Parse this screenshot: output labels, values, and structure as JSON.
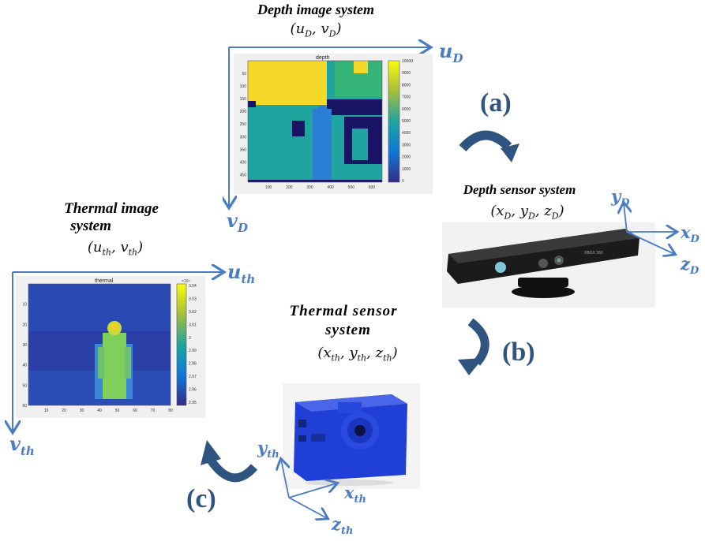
{
  "depth_image": {
    "title": "Depth image system",
    "coords": "(u_D, v_D)",
    "axis_u": "u_D",
    "axis_v": "v_D",
    "plot_title": "depth",
    "x_ticks": [
      "100",
      "200",
      "300",
      "400",
      "500",
      "600"
    ],
    "y_ticks": [
      "50",
      "100",
      "150",
      "200",
      "250",
      "300",
      "350",
      "400",
      "450"
    ],
    "colorbar_ticks": [
      "10000",
      "9000",
      "8000",
      "7000",
      "6000",
      "5000",
      "4000",
      "3000",
      "2000",
      "1000",
      "0"
    ]
  },
  "thermal_image": {
    "title_line1": "Thermal image",
    "title_line2": "system",
    "coords": "(u_th, v_th)",
    "axis_u": "u_th",
    "axis_v": "v_th",
    "plot_title": "thermal",
    "colorbar_exponent": "×10⁴",
    "x_ticks": [
      "10",
      "20",
      "30",
      "40",
      "50",
      "60",
      "70",
      "80"
    ],
    "y_ticks": [
      "10",
      "20",
      "30",
      "40",
      "50",
      "60"
    ],
    "colorbar_ticks": [
      "3.04",
      "3.03",
      "3.02",
      "3.01",
      "3",
      "2.99",
      "2.98",
      "2.97",
      "2.96",
      "2.95"
    ]
  },
  "depth_sensor": {
    "title": "Depth sensor system",
    "coords": "(x_D, y_D, z_D)",
    "axis_x": "x_D",
    "axis_y": "y_D",
    "axis_z": "z_D",
    "device_text": "XBOX 360"
  },
  "thermal_sensor": {
    "title_line1": "Thermal sensor",
    "title_line2": "system",
    "coords": "(x_th, y_th, z_th)",
    "axis_x": "x_th",
    "axis_y": "y_th",
    "axis_z": "z_th"
  },
  "steps": {
    "a": "(a)",
    "b": "(b)",
    "c": "(c)"
  },
  "colors": {
    "axis_blue": "#4a7dc4",
    "arrow_blue": "#2f5480",
    "depth_yellow": "#f5d928",
    "depth_teal": "#1fa4a0",
    "thermal_dark": "#2a3ea8",
    "thermal_person": "#7fd05a",
    "sensor_blue": "#1f3fd6"
  }
}
